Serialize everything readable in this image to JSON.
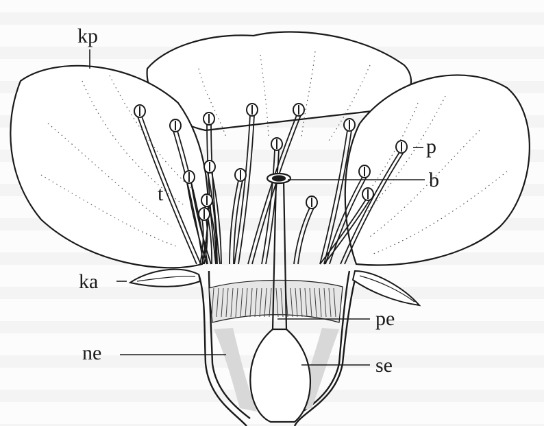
{
  "diagram": {
    "labels": {
      "kp": "kp",
      "p": "p",
      "b": "b",
      "t": "t",
      "ka": "ka",
      "pe": "pe",
      "ne": "ne",
      "se": "se"
    }
  },
  "colors": {
    "ink": "#1a1a1a",
    "paper": "#ffffff",
    "bleed_text": "#d2d2d2"
  }
}
